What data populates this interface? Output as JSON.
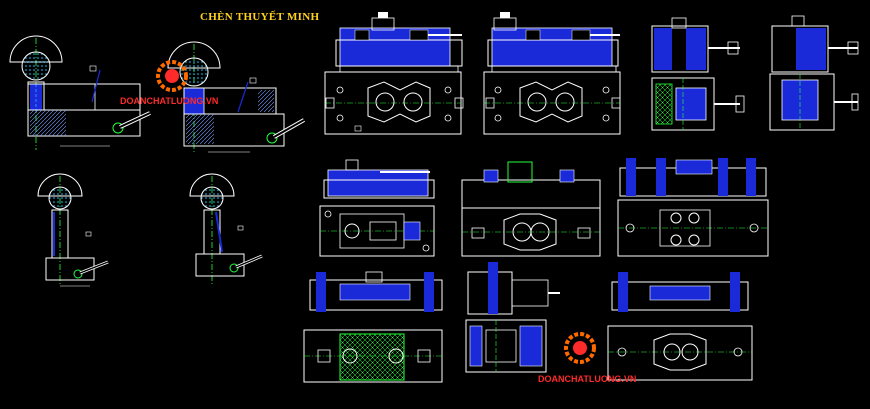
{
  "title": "CHÈN THUYẾT MINH",
  "watermark": {
    "text_top": "DOANCHATLUONG.VN",
    "text_bottom": "DOANCHATLUONG.VN"
  },
  "colors": {
    "background": "#000000",
    "line": "#ffffff",
    "fill_blue": "#1a2ad8",
    "axis_green": "#23ff3a",
    "accent_cyan": "#26c6ff",
    "title_yellow": "#ffd21e",
    "watermark_red": "#ff2a2a",
    "watermark_orange": "#ff6a00"
  }
}
